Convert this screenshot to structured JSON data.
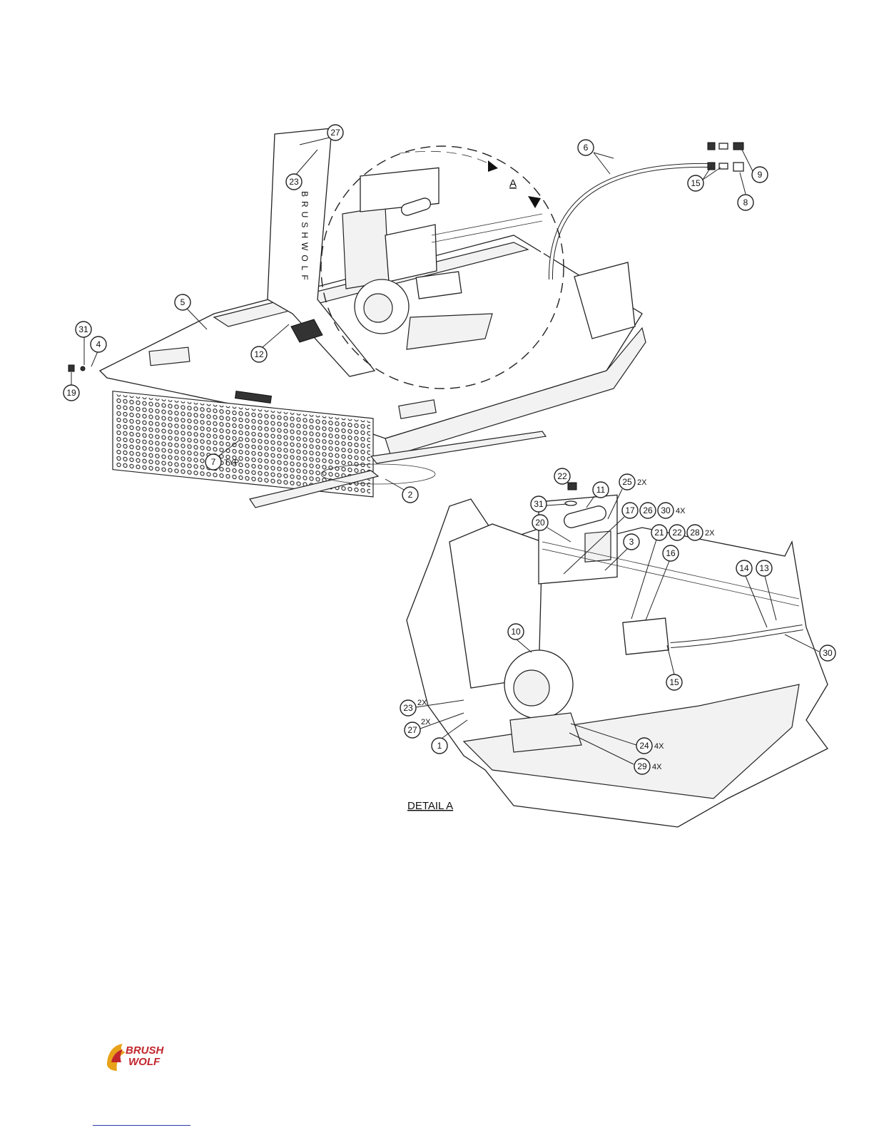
{
  "callouts": {
    "c1": "1",
    "c2": "2",
    "c3": "3",
    "c4": "4",
    "c5": "5",
    "c6": "6",
    "c7": "7",
    "c8": "8",
    "c9": "9",
    "c10": "10",
    "c11": "11",
    "c12": "12",
    "c13": "13",
    "c14": "14",
    "c15a": "15",
    "c15b": "15",
    "c16": "16",
    "c17": "17",
    "c19": "19",
    "c20": "20",
    "c21": "21",
    "c22a": "22",
    "c22b": "22",
    "c23a": "23",
    "c23b": "23",
    "c24": "24",
    "c25": "25",
    "c26": "26",
    "c27a": "27",
    "c27b": "27",
    "c28": "28",
    "c29": "29",
    "c30a": "30",
    "c30b": "30",
    "c31a": "31",
    "c31b": "31"
  },
  "quantities": {
    "q7": "TYP",
    "q25": "2X",
    "q30": "4X",
    "q28": "2X",
    "q23": "2X",
    "q27": "2X",
    "q24": "4X",
    "q29": "4X"
  },
  "labels": {
    "view_ref": "A",
    "detail_title": "DETAIL  A",
    "brand_vertical": "BRUSHWOLF",
    "logo_line1": "BRUSH",
    "logo_line2": "WOLF"
  },
  "colors": {
    "logo_primary": "#c0262d",
    "logo_accent": "#e8a21a",
    "footer_rule": "#2a3aa8"
  }
}
